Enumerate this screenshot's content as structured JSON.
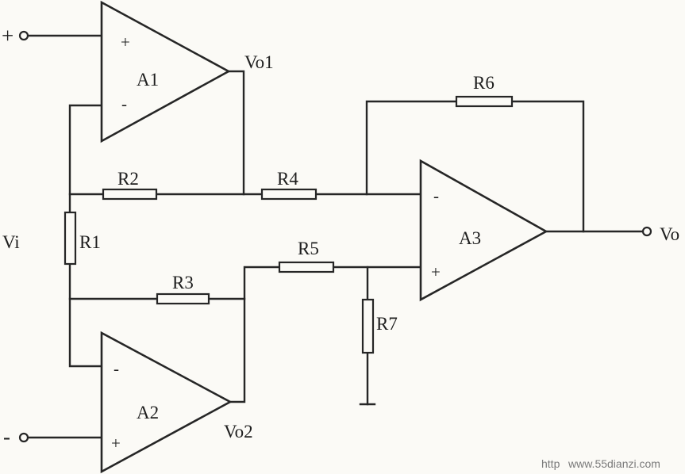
{
  "terminals": {
    "plus_input": "+",
    "minus_input": "-",
    "vi": "Vi",
    "vo": "Vo"
  },
  "opamps": {
    "a1": {
      "name": "A1",
      "plus": "+",
      "minus": "-",
      "output": "Vo1"
    },
    "a2": {
      "name": "A2",
      "plus": "+",
      "minus": "-",
      "output": "Vo2"
    },
    "a3": {
      "name": "A3",
      "plus": "+",
      "minus": "-"
    }
  },
  "resistors": {
    "r1": "R1",
    "r2": "R2",
    "r3": "R3",
    "r4": "R4",
    "r5": "R5",
    "r6": "R6",
    "r7": "R7"
  },
  "watermark": {
    "prefix": "http",
    "site": "www.55dianzi.com"
  }
}
